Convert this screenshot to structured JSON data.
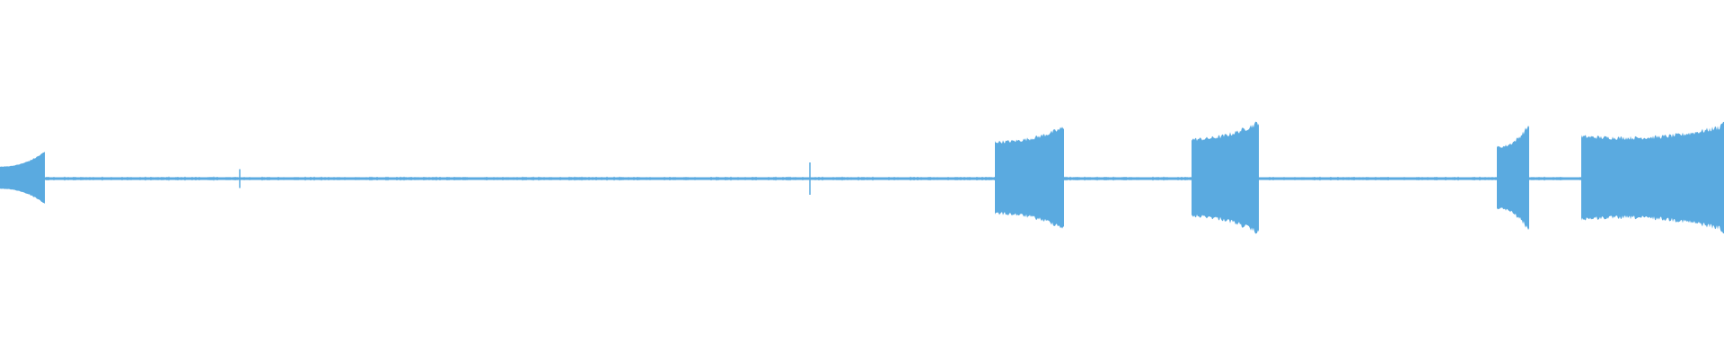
{
  "colors": {
    "background": "#ffffff",
    "waveform": "#5aaae0"
  },
  "waveform": {
    "channel": "mono",
    "silence_level": 0.012,
    "segments": [
      {
        "name": "segment-1",
        "start": 0.0,
        "end": 0.026,
        "amp_start": 0.045,
        "amp_end": 0.27,
        "kind": "decaying-left"
      },
      {
        "name": "segment-2",
        "start": 0.577,
        "end": 0.617,
        "amp_start": 0.42,
        "amp_end": 0.64,
        "kind": "rising"
      },
      {
        "name": "segment-3",
        "start": 0.691,
        "end": 0.73,
        "amp_start": 0.46,
        "amp_end": 0.72,
        "kind": "rising"
      },
      {
        "name": "segment-4",
        "start": 0.868,
        "end": 0.887,
        "amp_start": 0.34,
        "amp_end": 0.68,
        "kind": "rising"
      },
      {
        "name": "segment-5",
        "start": 0.917,
        "end": 1.0,
        "amp_start": 0.5,
        "amp_end": 0.66,
        "kind": "plateau"
      }
    ],
    "ticks": [
      {
        "pos": 0.139,
        "amp": 0.07
      },
      {
        "pos": 0.47,
        "amp": 0.12
      }
    ]
  }
}
